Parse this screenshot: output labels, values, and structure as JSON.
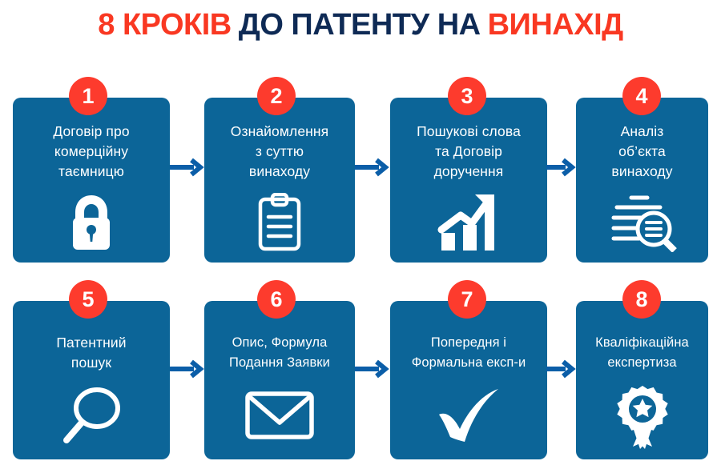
{
  "title": {
    "part1": "8 КРОКІВ",
    "part2": "ДО ПАТЕНТУ НА",
    "part3": "ВИНАХІД"
  },
  "colors": {
    "title_red": "#f93822",
    "title_navy": "#0e2a55",
    "card_blue": "#0c6598",
    "badge_red": "#fd3b2d",
    "arrow_blue": "#0b5ea8",
    "text_white": "#ffffff",
    "background": "#ffffff"
  },
  "steps": [
    {
      "number": "1",
      "lines": [
        "Договір про",
        "комерційну",
        "таємницю"
      ],
      "icon": "lock-icon"
    },
    {
      "number": "2",
      "lines": [
        "Ознайомлення",
        "з суттю",
        "винаходу"
      ],
      "icon": "clipboard-icon"
    },
    {
      "number": "3",
      "lines": [
        "Пошукові слова",
        "та Договір",
        "доручення"
      ],
      "icon": "growth-chart-icon"
    },
    {
      "number": "4",
      "lines": [
        "Аналіз",
        "об’єкта",
        "винаходу"
      ],
      "icon": "document-search-icon"
    },
    {
      "number": "5",
      "lines": [
        "Патентний",
        "пошук"
      ],
      "icon": "magnifier-icon"
    },
    {
      "number": "6",
      "lines": [
        "Опис, Формула",
        "Подання Заявки"
      ],
      "icon": "envelope-icon"
    },
    {
      "number": "7",
      "lines": [
        "Попередня і",
        "Формальна експ-и"
      ],
      "icon": "checkmark-icon"
    },
    {
      "number": "8",
      "lines": [
        "Кваліфікаційна",
        "експертиза"
      ],
      "icon": "award-ribbon-icon"
    }
  ],
  "arrows": [
    {
      "from": "1",
      "to": "2"
    },
    {
      "from": "2",
      "to": "3"
    },
    {
      "from": "3",
      "to": "4"
    },
    {
      "from": "5",
      "to": "6"
    },
    {
      "from": "6",
      "to": "7"
    },
    {
      "from": "7",
      "to": "8"
    }
  ]
}
